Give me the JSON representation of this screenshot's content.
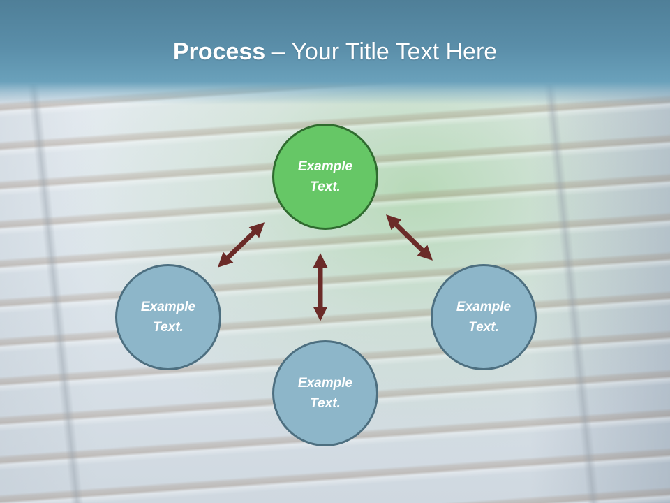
{
  "slide": {
    "title_bold": "Process",
    "title_rest": " – Your Title Text Here"
  },
  "diagram": {
    "nodes": [
      {
        "id": "top",
        "text": "Example Text.",
        "color": "#66c766"
      },
      {
        "id": "left",
        "text": "Example Text.",
        "color": "#8db6c9"
      },
      {
        "id": "right",
        "text": "Example Text.",
        "color": "#8db6c9"
      },
      {
        "id": "bottom",
        "text": "Example Text.",
        "color": "#8db6c9"
      }
    ],
    "arrow_color": "#6b2b28",
    "connections": [
      {
        "from": "top",
        "to": "left",
        "direction": "both"
      },
      {
        "from": "top",
        "to": "right",
        "direction": "both"
      },
      {
        "from": "top",
        "to": "bottom",
        "direction": "both"
      }
    ]
  }
}
